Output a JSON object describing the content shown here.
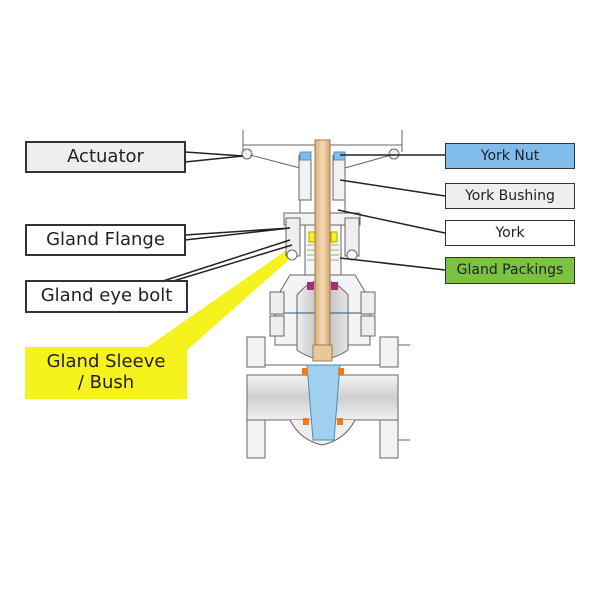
{
  "labels_left": {
    "actuator": "Actuator",
    "gland_flange": "Gland Flange",
    "gland_eye_bolt": "Gland eye bolt",
    "gland_sleeve": "Gland Sleeve / Bush"
  },
  "labels_right": {
    "york_nut": "York Nut",
    "york_bushing": "York Bushing",
    "york": "York",
    "gland_packings": "Gland Packings"
  },
  "colors": {
    "york_nut": "#80bbeb",
    "york_bushing": "#eeeeee",
    "gland_packings": "#7cc242",
    "gland_sleeve": "#f6f21e",
    "actuator": "#eeeeee",
    "stem": "#e8c89a",
    "gate": "#9fd0f0",
    "seat": "#f07a1c",
    "bonnet_seal": "#a0307a"
  }
}
